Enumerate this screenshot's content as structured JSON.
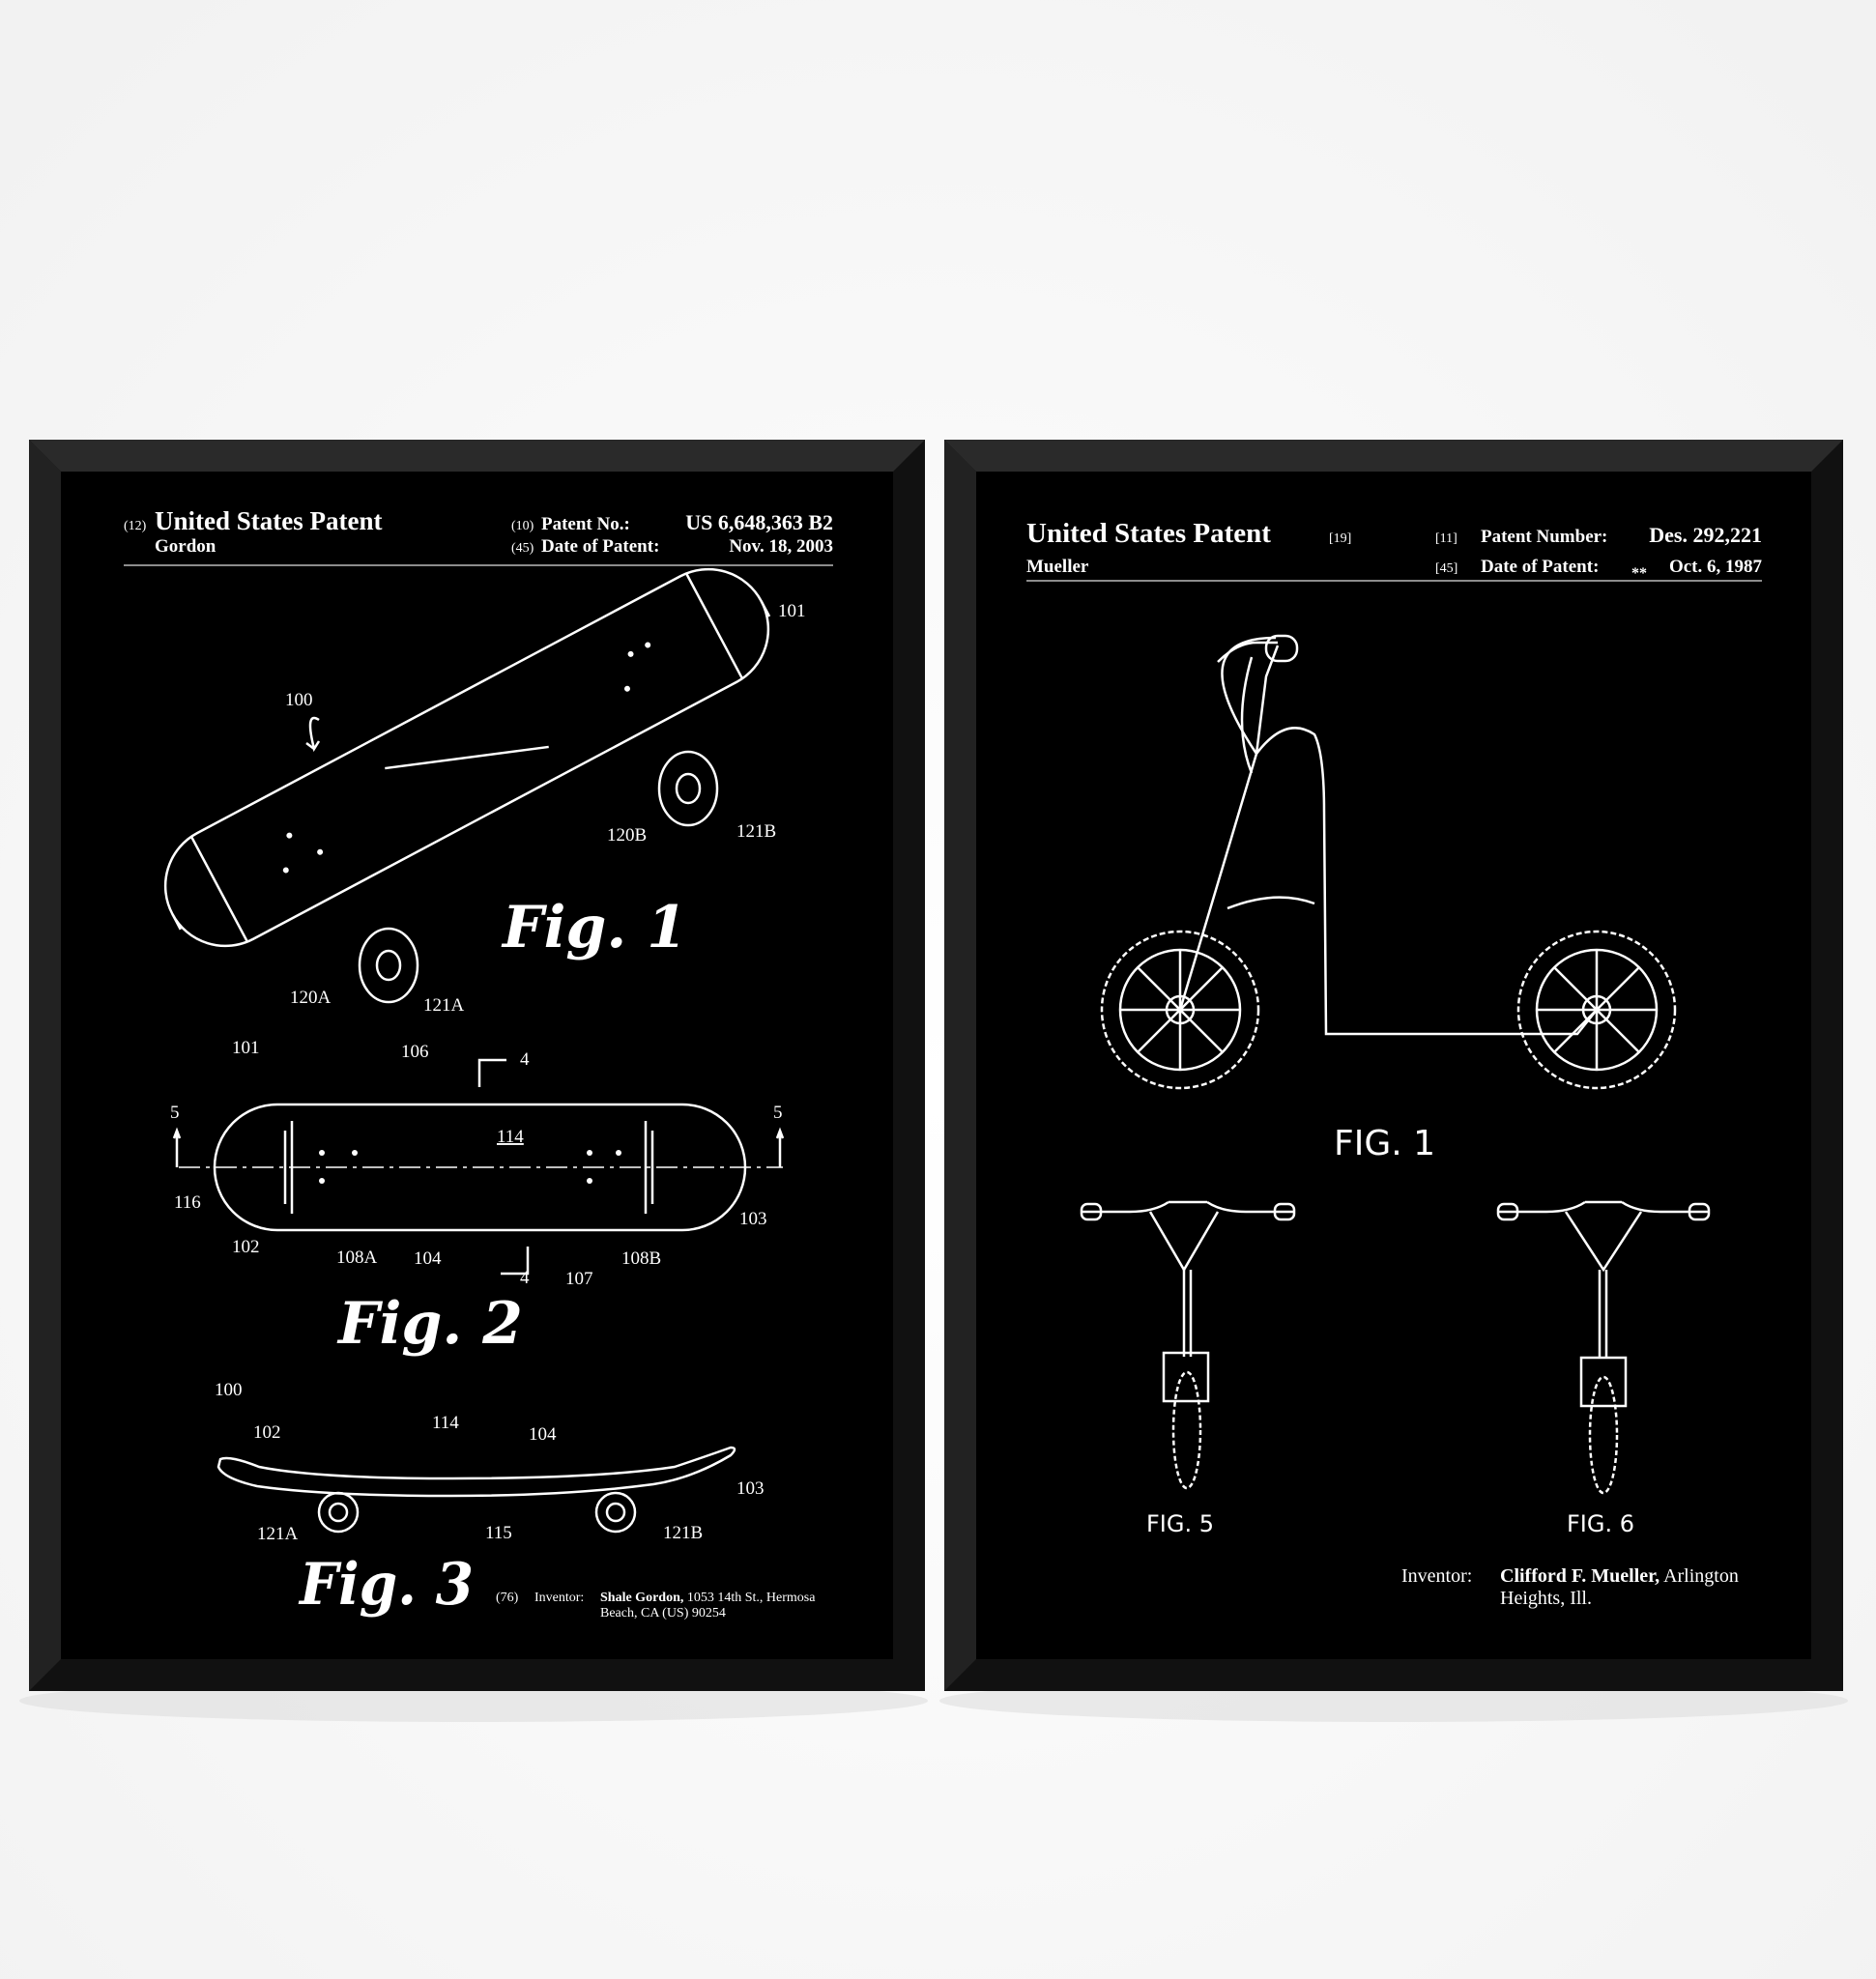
{
  "left_poster": {
    "code_12": "(12)",
    "title": "United States Patent",
    "inventor_surname": "Gordon",
    "code_10": "(10)",
    "patent_no_label": "Patent No.:",
    "patent_no": "US 6,648,363 B2",
    "code_45": "(45)",
    "date_label": "Date of Patent:",
    "date": "Nov. 18, 2003",
    "figures": [
      "Fig. 1",
      "Fig. 2",
      "Fig. 3"
    ],
    "fig1_refs": [
      "100",
      "101",
      "120B",
      "121B",
      "120A",
      "121A"
    ],
    "fig2_refs": [
      "101",
      "106",
      "4",
      "5",
      "5",
      "114",
      "116",
      "103",
      "102",
      "108A",
      "104",
      "108B",
      "4",
      "107"
    ],
    "fig3_refs": [
      "100",
      "102",
      "114",
      "104",
      "103",
      "121A",
      "115",
      "121B"
    ],
    "inventor_code": "(76)",
    "inventor_label": "Inventor:",
    "inventor_name": "Shale Gordon,",
    "inventor_addr1": "1053 14th St., Hermosa",
    "inventor_addr2": "Beach, CA (US) 90254"
  },
  "right_poster": {
    "title": "United States Patent",
    "code_19": "[19]",
    "inventor_surname": "Mueller",
    "code_11": "[11]",
    "patent_no_label": "Patent Number:",
    "patent_no": "Des. 292,221",
    "code_45": "[45]",
    "date_label": "Date of Patent:",
    "date_mark": "**",
    "date": "Oct. 6, 1987",
    "figures": [
      "FIG. 1",
      "FIG. 5",
      "FIG. 6"
    ],
    "inventor_label": "Inventor:",
    "inventor_name": "Clifford F. Mueller,",
    "inventor_addr1": "Arlington",
    "inventor_addr2": "Heights, Ill."
  }
}
